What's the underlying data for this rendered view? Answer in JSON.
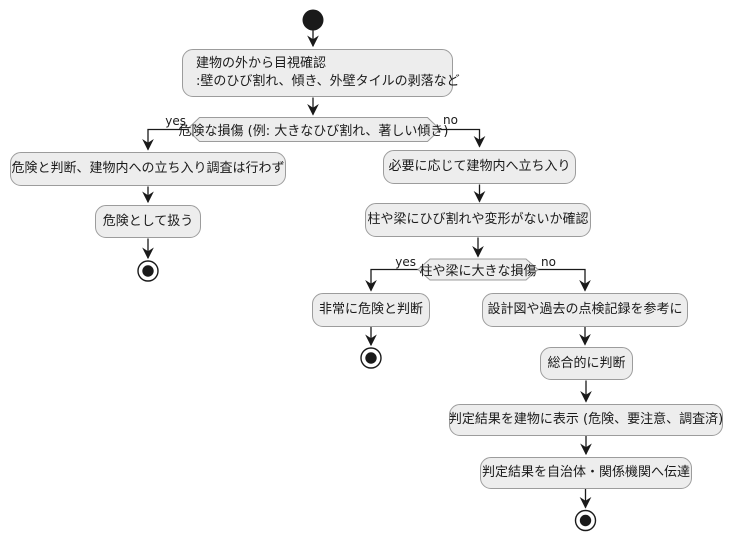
{
  "diagram": {
    "kind": "activity-flowchart",
    "colors": {
      "node_fill": "#ededed",
      "node_border": "#9c9c9c",
      "edge_line": "#1a1a1a",
      "text": "#1a1a1a"
    },
    "nodes": {
      "visual_check": {
        "line1": "建物の外から目視確認",
        "line2": ":壁のひび割れ、傾き、外壁タイルの剥落など"
      },
      "decision_danger": {
        "label": "危険な損傷 (例: 大きなひび割れ、著しい傾き)"
      },
      "judge_danger_no_entry": {
        "label": "危険と判断、建物内への立ち入り調査は行わず"
      },
      "treat_as_danger": {
        "label": "危険として扱う"
      },
      "enter_building": {
        "label": "必要に応じて建物内へ立ち入り"
      },
      "check_columns": {
        "label": "柱や梁にひび割れや変形がないか確認"
      },
      "decision_columns": {
        "label": "柱や梁に大きな損傷"
      },
      "judge_very_dangerous": {
        "label": "非常に危険と判断"
      },
      "refer_records": {
        "label": "設計図や過去の点検記録を参考に"
      },
      "overall_judgement": {
        "label": "総合的に判断"
      },
      "display_result": {
        "label": "判定結果を建物に表示 (危険、要注意、調査済)"
      },
      "report_result": {
        "label": "判定結果を自治体・関係機関へ伝達"
      }
    },
    "edges": {
      "d1_yes": "yes",
      "d1_no": "no",
      "d2_yes": "yes",
      "d2_no": "no"
    }
  }
}
